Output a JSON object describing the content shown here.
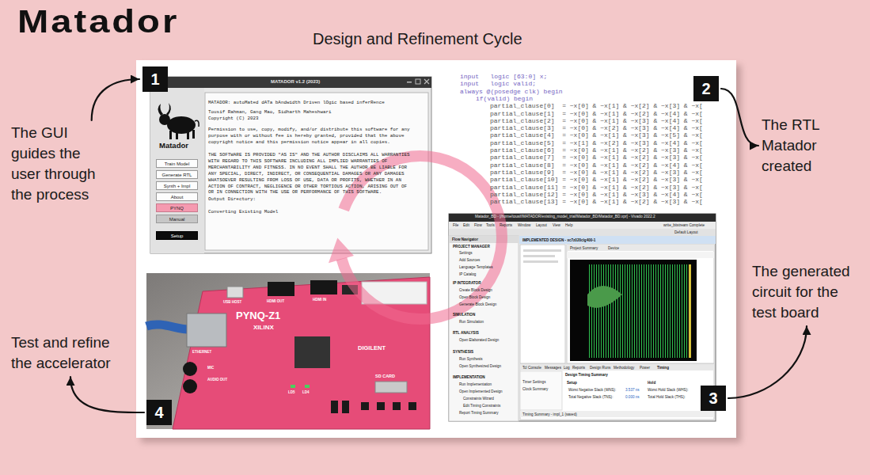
{
  "diagram": {
    "title": "Design and Refinement Cycle",
    "nodes": [
      {
        "text": [
          "The GUI guides the user through the process"
        ]
      },
      {
        "text": [
          "1"
        ]
      },
      {
        "text": [
          "MATADOR v1.2 (2023)",
          "Matador",
          "MATADOR: autoMated dATa bAndwidth Driven lOgic based inferRence",
          "Tousif Rahman, Gang Mao, Sidharth Maheshwari",
          "Copyright (C) 2023",
          "Permission to use, copy, modify, and/or distribute this software for any purpose with or without fee is hereby granted, provided that the above copyright notice and this permission notice appear in all copies.",
          "THE SOFTWARE IS PROVIDED \"AS IS\" AND THE AUTHOR DISCLAIMS ALL WARRANTIES WITH REGARD TO THIS SOFTWARE INCLUDING ALL IMPLIED WARRANTIES OF MERCHANTABILITY AND FITNESS. IN NO EVENT SHALL THE AUTHOR BE LIABLE FOR ANY SPECIAL, DIRECT, INDIRECT, OR CONSEQUENTIAL DAMAGES OR ANY DAMAGES WHATSOEVER RESULTING FROM LOSS OF USE, DATA OR PROFITS, WHETHER IN AN ACTION OF CONTRACT, NEGLIGENCE OR OTHER TORTIOUS ACTION, ARISING OUT OF OR IN CONNECTION WITH THE USE OR PERFORMANCE OF THIS SOFTWARE.",
          "Output Directory:",
          "Converting Existing Model"
        ]
      },
      {
        "text": [
          "Train Model"
        ],
        "in": 2
      },
      {
        "text": [
          "Generate RTL"
        ],
        "in": 2
      },
      {
        "text": [
          "Synth + Impl"
        ],
        "in": 2
      },
      {
        "text": [
          "About"
        ],
        "in": 2
      },
      {
        "text": [
          "PYNQ"
        ],
        "in": 2
      },
      {
        "text": [
          "Manual"
        ],
        "in": 2
      },
      {
        "text": [
          "Setup"
        ],
        "in": 2
      },
      {
        "text": [
          "input   logic [63:0] x;",
          "input   logic valid;",
          "always @(posedge clk) begin",
          "if(valid) begin",
          "partial_clause[0]  = ~x[0] & ~x[1] & ~x[2] & ~x[3] & ~x[",
          "partial_clause[1]  = ~x[0] & ~x[1] & ~x[2] & ~x[4] & ~x[",
          "partial_clause[2]  = ~x[0] & ~x[1] & ~x[3] & ~x[4] & ~x[",
          "partial_clause[3]  = ~x[0] & ~x[2] & ~x[3] & ~x[4] & ~x[",
          "partial_clause[4]  = ~x[0] & ~x[1] & ~x[3] & ~x[5] & ~x[",
          "partial_clause[5]  = ~x[1] & ~x[2] & ~x[3] & ~x[4] & ~x[",
          "partial_clause[6]  = ~x[0] & ~x[1] & ~x[2] & ~x[3] & ~x[",
          "partial_clause[7]  = ~x[0] & ~x[1] & ~x[2] & ~x[3] & ~x[",
          "partial_clause[8]  = ~x[0] & ~x[1] & ~x[2] & ~x[4] & ~x[",
          "partial_clause[9]  = ~x[0] & ~x[1] & ~x[2] & ~x[3] & ~x[",
          "partial_clause[10] = ~x[0] & ~x[1] & ~x[2] & ~x[3] & ~x[",
          "partial_clause[11] = ~x[0] & ~x[1] & ~x[2] & ~x[3] & ~x[",
          "partial_clause[12] = ~x[0] & ~x[1] & ~x[3] & ~x[4] & ~x[",
          "partial_clause[13] = ~x[0] & ~x[1] & ~x[2] & ~x[3] & ~x["
        ]
      },
      {
        "text": [
          "2"
        ]
      },
      {
        "text": [
          "The RTL Matador created"
        ]
      },
      {
        "text": [
          "Matador_BD - [/home/tousif/MATADOR/existing_model_trial/Matador_BD/Matador_BD.xpr] - Vivado 2022.2",
          "File",
          "Edit",
          "Flow",
          "Tools",
          "Reports",
          "Window",
          "Layout",
          "View",
          "Help",
          "write_bitstream Complete",
          "Default Layout",
          "Flow Navigator",
          "IMPLEMENTED DESIGN - xc7z020clg400-1",
          "PROJECT MANAGER",
          "Settings",
          "Add Sources",
          "Language Templates",
          "IP Catalog",
          "IP INTEGRATOR",
          "Create Block Design",
          "Open Block Design",
          "Generate Block Design",
          "SIMULATION",
          "Run Simulation",
          "RTL ANALYSIS",
          "Open Elaborated Design",
          "SYNTHESIS",
          "Run Synthesis",
          "Open Synthesized Design",
          "IMPLEMENTATION",
          "Run Implementation",
          "Open Implemented Design",
          "Constraints Wizard",
          "Edit Timing Constraints",
          "Report Timing Summary",
          "Project Summary",
          "Device",
          "Tcl Console",
          "Messages",
          "Log",
          "Reports",
          "Design Runs",
          "Methodology",
          "Power",
          "Timing",
          "Timer Settings",
          "Clock Summary",
          "Design Timing Summary",
          "Setup",
          "Hold",
          "Worst Negative Slack (WNS):",
          "3.537 ns",
          "Worst Hold Slack (WHS):",
          "Total Negative Slack (TNS):",
          "0.000 ns",
          "Total Hold Slack (THS):",
          "Timing Summary - impl_1 (saved)"
        ]
      },
      {
        "text": [
          "The generated circuit for the test board"
        ]
      },
      {
        "text": [
          "3"
        ]
      },
      {
        "text": [
          "PYNQ-Z1",
          "XILINX",
          "DIGILENT",
          "USB HOST",
          "HDMI OUT",
          "HDMI IN",
          "ETHERNET",
          "MIC",
          "AUDIO OUT",
          "LD5",
          "LD4",
          "SD CARD"
        ]
      },
      {
        "text": [
          "Test and refine the accelerator"
        ]
      },
      {
        "text": [
          "4"
        ]
      }
    ],
    "edges": [
      {
        "from": 0,
        "to": 1,
        "arrow": "to"
      },
      {
        "from": 11,
        "to": 12,
        "arrow": "to"
      },
      {
        "from": 15,
        "to": 14,
        "arrow": "to"
      },
      {
        "from": 18,
        "to": 17,
        "arrow": "to"
      }
    ],
    "labels": [
      "Matador"
    ]
  }
}
